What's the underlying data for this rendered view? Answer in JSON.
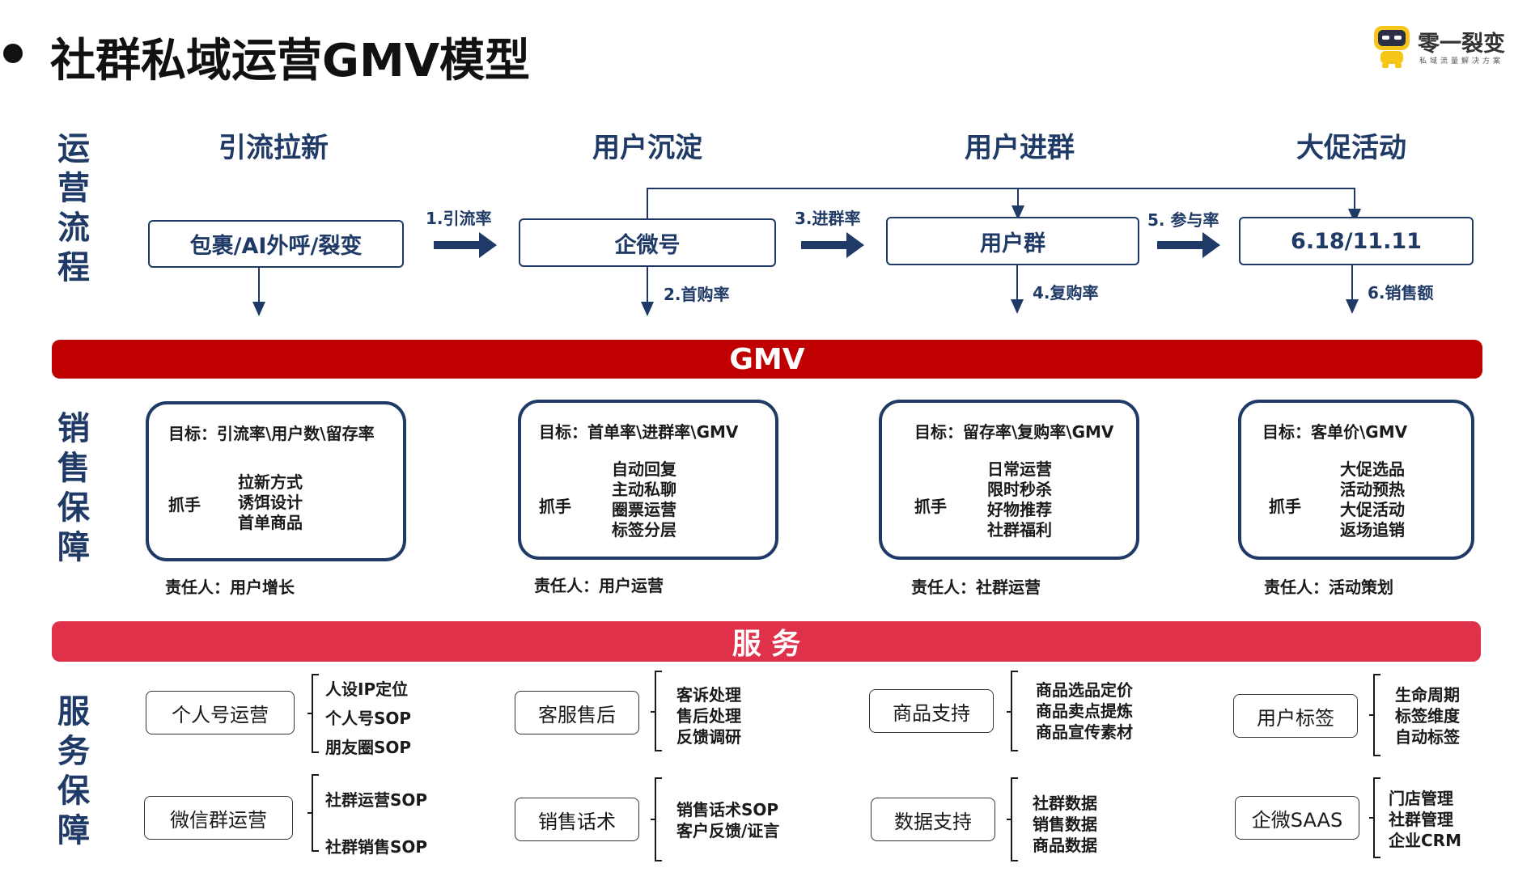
{
  "header": {
    "title": "社群私域运营GMV模型"
  },
  "logo": {
    "name": "零一裂变",
    "subtitle": "私域流量解决方案"
  },
  "side_labels": {
    "process": "运营流程",
    "sales": "销售保障",
    "service": "服务保障"
  },
  "stages": [
    {
      "title": "引流拉新",
      "box": "包裹/AI外呼/裂变"
    },
    {
      "title": "用户沉淀",
      "box": "企微号"
    },
    {
      "title": "用户进群",
      "box": "用户群"
    },
    {
      "title": "大促活动",
      "box": "6.18/11.11"
    }
  ],
  "rates": {
    "r1": "1.引流率",
    "r2": "2.首购率",
    "r3": "3.进群率",
    "r4": "4.复购率",
    "r5": "5. 参与率",
    "r6": "6.销售额"
  },
  "bands": {
    "gmv": "GMV",
    "service": "服 务"
  },
  "goals": [
    {
      "goal": "目标：引流率\\用户数\\留存率",
      "lever_label": "抓手",
      "levers": [
        "拉新方式",
        "诱饵设计",
        "首单商品"
      ],
      "owner": "责任人：用户增长"
    },
    {
      "goal": "目标：首单率\\进群率\\GMV",
      "lever_label": "抓手",
      "levers": [
        "自动回复",
        "主动私聊",
        "圈票运营",
        "标签分层"
      ],
      "owner": "责任人：用户运营"
    },
    {
      "goal": "目标：留存率\\复购率\\GMV",
      "lever_label": "抓手",
      "levers": [
        "日常运营",
        "限时秒杀",
        "好物推荐",
        "社群福利"
      ],
      "owner": "责任人：社群运营"
    },
    {
      "goal": "目标：客单价\\GMV",
      "lever_label": "抓手",
      "levers": [
        "大促选品",
        "活动预热",
        "大促活动",
        "返场追销"
      ],
      "owner": "责任人：活动策划"
    }
  ],
  "services": [
    {
      "label": "个人号运营",
      "items": [
        "人设IP定位",
        "个人号SOP",
        "朋友圈SOP"
      ]
    },
    {
      "label": "客服售后",
      "items": [
        "客诉处理",
        "售后处理",
        "反馈调研"
      ]
    },
    {
      "label": "商品支持",
      "items": [
        "商品选品定价",
        "商品卖点提炼",
        "商品宣传素材"
      ]
    },
    {
      "label": "用户标签",
      "items": [
        "生命周期",
        "标签维度",
        "自动标签"
      ]
    },
    {
      "label": "微信群运营",
      "items": [
        "社群运营SOP",
        "社群销售SOP"
      ]
    },
    {
      "label": "销售话术",
      "items": [
        "销售话术SOP",
        "客户反馈/证言"
      ]
    },
    {
      "label": "数据支持",
      "items": [
        "社群数据",
        "销售数据",
        "商品数据"
      ]
    },
    {
      "label": "企微SAAS",
      "items": [
        "门店管理",
        "社群管理",
        "企业CRM"
      ]
    }
  ],
  "colors": {
    "navy": "#1f3a66",
    "gmv_band": "#c00000",
    "service_band": "#e0314a"
  }
}
